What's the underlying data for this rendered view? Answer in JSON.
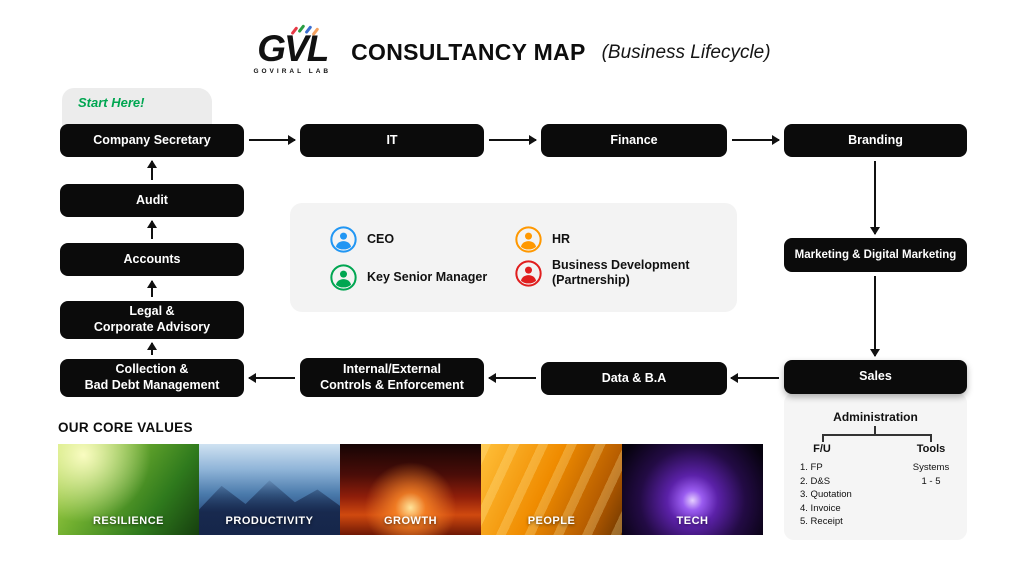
{
  "header": {
    "logo_text": "GVL",
    "logo_subtext": "GOVIRAL LAB",
    "title": "CONSULTANCY MAP",
    "subtitle": "(Business Lifecycle)"
  },
  "start": {
    "label": "Start Here!",
    "color": "#00a651"
  },
  "nodes": {
    "company_secretary": "Company Secretary",
    "it": "IT",
    "finance": "Finance",
    "branding": "Branding",
    "marketing": "Marketing & Digital Marketing",
    "sales": "Sales",
    "data_ba": "Data & B.A",
    "controls_line1": "Internal/External",
    "controls_line2": "Controls & Enforcement",
    "collection_line1": "Collection &",
    "collection_line2": "Bad Debt Management",
    "legal_line1": "Legal &",
    "legal_line2": "Corporate Advisory",
    "accounts": "Accounts",
    "audit": "Audit"
  },
  "legend": {
    "items": [
      {
        "line1": "CEO",
        "line2": "",
        "color": "#2196f3",
        "icon": "person-circle-icon"
      },
      {
        "line1": "HR",
        "line2": "",
        "color": "#ff9800",
        "icon": "person-circle-icon"
      },
      {
        "line1": "Key Senior Manager",
        "line2": "",
        "color": "#00a651",
        "icon": "person-circle-icon"
      },
      {
        "line1": "Business Development",
        "line2": "(Partnership)",
        "color": "#e01e1e",
        "icon": "person-circle-icon"
      }
    ]
  },
  "administration": {
    "title": "Administration",
    "columns": [
      {
        "header": "F/U",
        "items": [
          "1. FP",
          "2. D&S",
          "3. Quotation",
          "4. Invoice",
          "5. Receipt"
        ]
      },
      {
        "header": "Tools",
        "items": [
          "Systems",
          "1 - 5"
        ]
      }
    ]
  },
  "core_values": {
    "title": "OUR CORE VALUES",
    "items": [
      {
        "label": "RESILIENCE",
        "theme": "green"
      },
      {
        "label": "PRODUCTIVITY",
        "theme": "blue"
      },
      {
        "label": "GROWTH",
        "theme": "red"
      },
      {
        "label": "PEOPLE",
        "theme": "orange"
      },
      {
        "label": "TECH",
        "theme": "purple"
      }
    ]
  }
}
